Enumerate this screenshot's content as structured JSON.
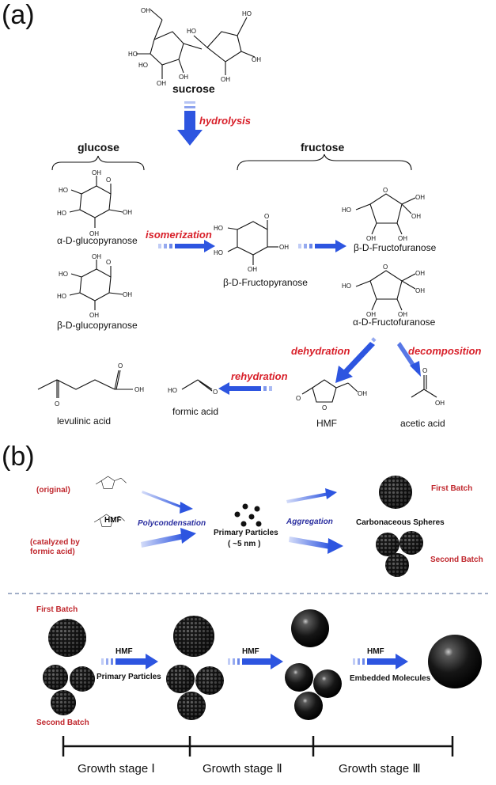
{
  "panel_a": {
    "label": "(a)",
    "sucrose": "sucrose",
    "hydrolysis": "hydrolysis",
    "glucose": "glucose",
    "fructose": "fructose",
    "alpha_glucopyranose": "α-D-glucopyranose",
    "beta_glucopyranose": "β-D-glucopyranose",
    "isomerization": "isomerization",
    "beta_fructopyranose": "β-D-Fructopyranose",
    "beta_fructofuranose": "β-D-Fructofuranose",
    "alpha_fructofuranose": "α-D-Fructofuranose",
    "dehydration": "dehydration",
    "decomposition": "decomposition",
    "rehydration": "rehydration",
    "levulinic_acid": "levulinic acid",
    "formic_acid": "formic acid",
    "hmf": "HMF",
    "acetic_acid": "acetic acid",
    "oh": "OH",
    "o": "O",
    "ho": "HO"
  },
  "panel_b": {
    "label": "(b)",
    "original": "(original)",
    "catalyzed": [
      "(catalyzed by",
      "formic acid)"
    ],
    "hmf": "HMF",
    "polycondensation": "Polycondensation",
    "primary_particles": "Primary Particles",
    "size": "( ~5 nm )",
    "aggregation": "Aggregation",
    "first_batch": "First Batch",
    "second_batch": "Second Batch",
    "carbonaceous_spheres": "Carbonaceous Spheres",
    "stage_first_batch": "First Batch",
    "stage_second_batch": "Second Batch",
    "arrow1_top": "HMF",
    "arrow1_bottom": "Primary Particles",
    "arrow2_top": "HMF",
    "arrow3_top": "HMF",
    "arrow3_bottom": "Embedded Molecules",
    "stages": [
      "Growth stage Ⅰ",
      "Growth stage Ⅱ",
      "Growth stage Ⅲ"
    ]
  },
  "colors": {
    "arrow_blue": "#2d55e0",
    "red_text": "#d8202a",
    "purple_text": "#2b2fa0",
    "dashed_line": "#6a7fa8"
  }
}
